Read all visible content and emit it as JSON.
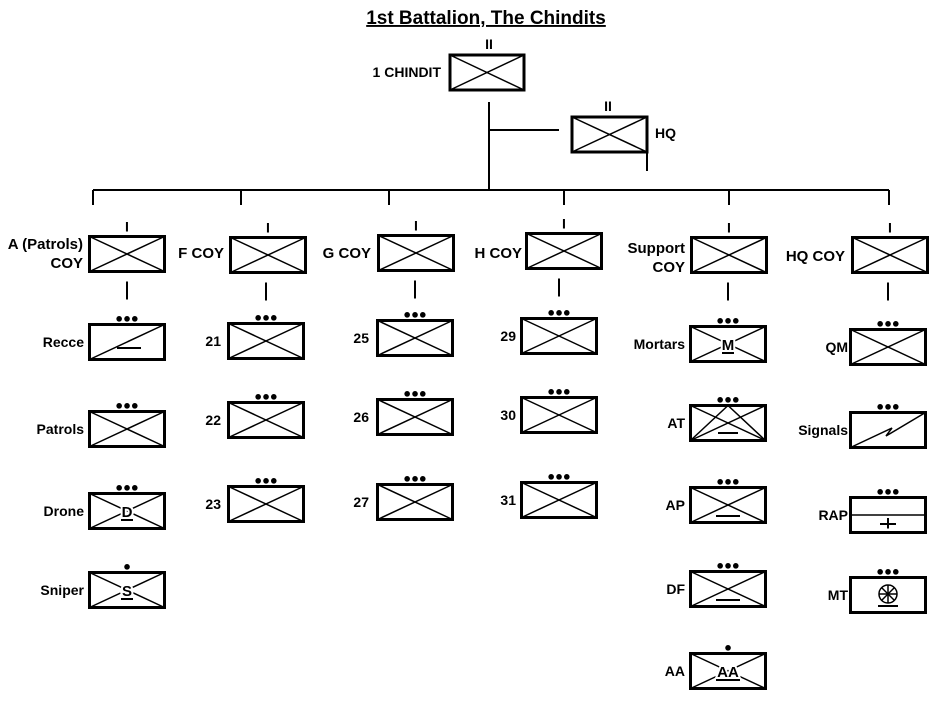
{
  "title": "1st Battalion, The Chindits",
  "top": {
    "label": "1 CHINDIT",
    "size": "II",
    "hq_label": "HQ",
    "hq_size": "II"
  },
  "companies": [
    {
      "label_lines": [
        "A (Patrols)",
        "COY"
      ],
      "size": "I",
      "units": [
        {
          "label": "Recce",
          "size": "●●●",
          "symbol": "recce"
        },
        {
          "label": "Patrols",
          "size": "●●●",
          "symbol": "infantry"
        },
        {
          "label": "Drone",
          "size": "●●●",
          "symbol": "infantry",
          "letter": "D"
        },
        {
          "label": "Sniper",
          "size": "●",
          "symbol": "infantry",
          "letter": "S"
        }
      ]
    },
    {
      "label_lines": [
        "F COY"
      ],
      "size": "I",
      "units": [
        {
          "label": "21",
          "size": "●●●",
          "symbol": "infantry"
        },
        {
          "label": "22",
          "size": "●●●",
          "symbol": "infantry"
        },
        {
          "label": "23",
          "size": "●●●",
          "symbol": "infantry"
        }
      ]
    },
    {
      "label_lines": [
        "G COY"
      ],
      "size": "I",
      "units": [
        {
          "label": "25",
          "size": "●●●",
          "symbol": "infantry"
        },
        {
          "label": "26",
          "size": "●●●",
          "symbol": "infantry"
        },
        {
          "label": "27",
          "size": "●●●",
          "symbol": "infantry"
        }
      ]
    },
    {
      "label_lines": [
        "H COY"
      ],
      "size": "I",
      "units": [
        {
          "label": "29",
          "size": "●●●",
          "symbol": "infantry"
        },
        {
          "label": "30",
          "size": "●●●",
          "symbol": "infantry"
        },
        {
          "label": "31",
          "size": "●●●",
          "symbol": "infantry"
        }
      ]
    },
    {
      "label_lines": [
        "Support",
        "COY"
      ],
      "size": "I",
      "units": [
        {
          "label": "Mortars",
          "size": "●●●",
          "symbol": "infantry",
          "letter": "M"
        },
        {
          "label": "AT",
          "size": "●●●",
          "symbol": "antitank"
        },
        {
          "label": "AP",
          "size": "●●●",
          "symbol": "infantry-bar"
        },
        {
          "label": "DF",
          "size": "●●●",
          "symbol": "infantry-bar"
        },
        {
          "label": "AA",
          "size": "●",
          "symbol": "infantry",
          "letter": "AA"
        }
      ]
    },
    {
      "label_lines": [
        "HQ COY"
      ],
      "size": "I",
      "units": [
        {
          "label": "QM",
          "size": "●●●",
          "symbol": "infantry"
        },
        {
          "label": "Signals",
          "size": "●●●",
          "symbol": "signals"
        },
        {
          "label": "RAP",
          "size": "●●●",
          "symbol": "medical"
        },
        {
          "label": "MT",
          "size": "●●●",
          "symbol": "transport"
        }
      ]
    }
  ]
}
